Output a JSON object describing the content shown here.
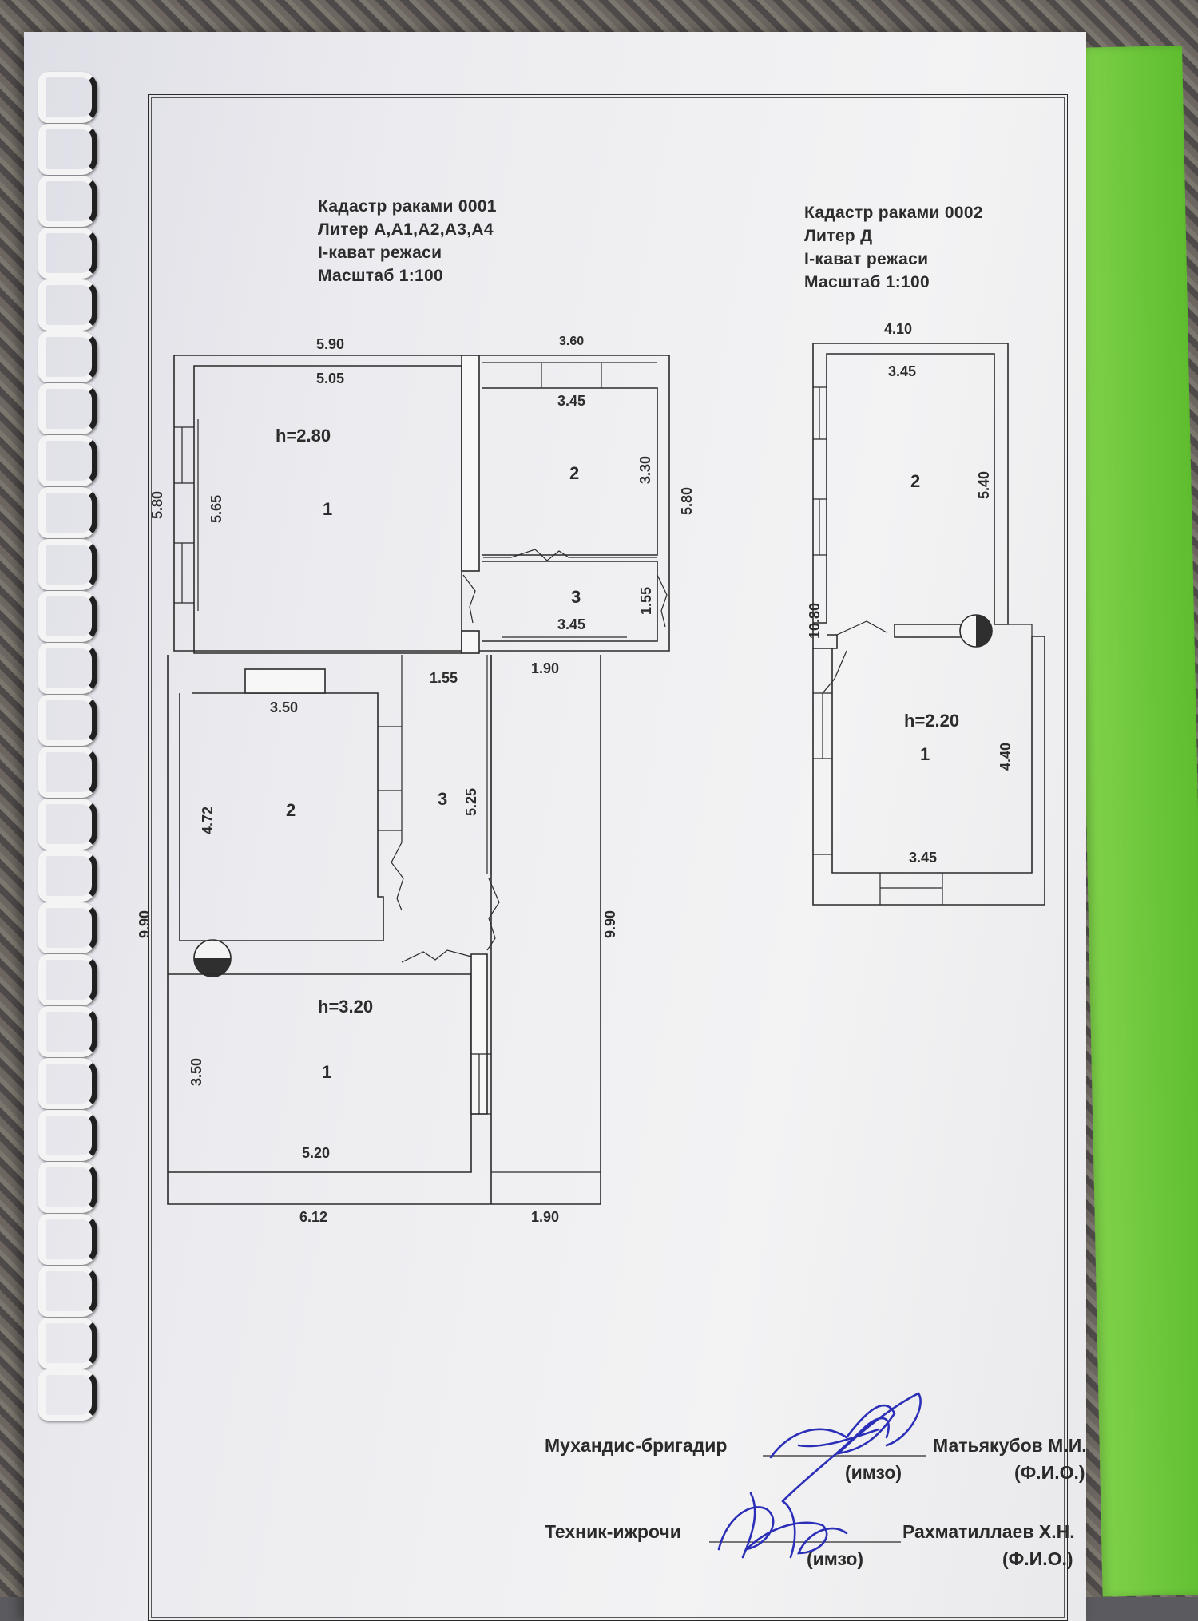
{
  "plan_a": {
    "header": [
      "Кадастр раками 0001",
      "Литер А,А1,А2,А3,А4",
      "I-кават режаси",
      "Масштаб 1:100"
    ],
    "dims": {
      "top_left": "5.90",
      "top_right": "3.60",
      "r1_w": "5.05",
      "r1_h": "5.65",
      "r1_height": "h=2.80",
      "r1_num": "1",
      "outer_left_upper": "5.80",
      "outer_right_upper": "5.80",
      "r2_w": "3.45",
      "r2_h": "3.30",
      "r2_num": "2",
      "r3_w": "3.45",
      "r3_h": "1.55",
      "r3_num": "3",
      "corridor_w": "1.55",
      "yard_w_top": "1.90",
      "lr2_w": "3.50",
      "lr2_h": "4.72",
      "lr2_num": "2",
      "lr3_h": "5.25",
      "lr3_num": "3",
      "outer_left_lower": "9.90",
      "outer_right_lower": "9.90",
      "lr1_height": "h=3.20",
      "lr1_h": "3.50",
      "lr1_num": "1",
      "lr1_w": "5.20",
      "bottom_left": "6.12",
      "bottom_right": "1.90"
    }
  },
  "plan_d": {
    "header": [
      "Кадастр раками 0002",
      "Литер Д",
      "I-кават режаси",
      "Масштаб 1:100"
    ],
    "dims": {
      "top": "4.10",
      "r2_w": "3.45",
      "r2_h": "5.40",
      "r2_num": "2",
      "outer_left": "10.80",
      "r1_height": "h=2.20",
      "r1_num": "1",
      "r1_h": "4.40",
      "r1_w": "3.45"
    }
  },
  "signatures": {
    "row1_role": "Мухандис-бригадир",
    "row1_name": "Матьякубов М.И.",
    "row1_sign_caption": "(имзо)",
    "row1_fio_caption": "(Ф.И.О.)",
    "row2_role": "Техник-ижрочи",
    "row2_name": "Рахматиллаев Х.Н.",
    "row2_sign_caption": "(имзо)",
    "row2_fio_caption": "(Ф.И.О.)"
  },
  "colors": {
    "paper": "#efeff1",
    "ink": "#2a2a2a",
    "signature_ink": "#2b2fb8",
    "folder": "#6cc83a"
  }
}
